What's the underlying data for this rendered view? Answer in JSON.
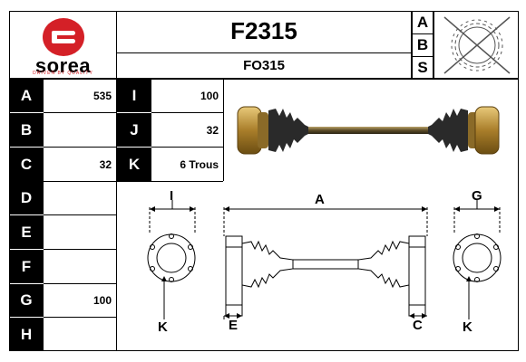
{
  "brand": {
    "name": "sorea",
    "tagline": "DRIVEN BY QUALITY",
    "color": "#d42027"
  },
  "header": {
    "part_number": "F2315",
    "oe_reference": "FO315"
  },
  "abs_column": [
    "A",
    "B",
    "S"
  ],
  "specs_left": [
    {
      "letter": "A",
      "value": "535"
    },
    {
      "letter": "B",
      "value": ""
    },
    {
      "letter": "C",
      "value": "32"
    },
    {
      "letter": "D",
      "value": ""
    },
    {
      "letter": "E",
      "value": ""
    },
    {
      "letter": "F",
      "value": ""
    },
    {
      "letter": "G",
      "value": "100"
    },
    {
      "letter": "H",
      "value": ""
    }
  ],
  "specs_right": [
    {
      "letter": "I",
      "value": "100"
    },
    {
      "letter": "J",
      "value": "32"
    },
    {
      "letter": "K",
      "value": "6 Trous"
    }
  ],
  "diagram_labels": {
    "i": "I",
    "a": "A",
    "g": "G",
    "k_left": "K",
    "e": "E",
    "c": "C",
    "k_right": "K"
  }
}
